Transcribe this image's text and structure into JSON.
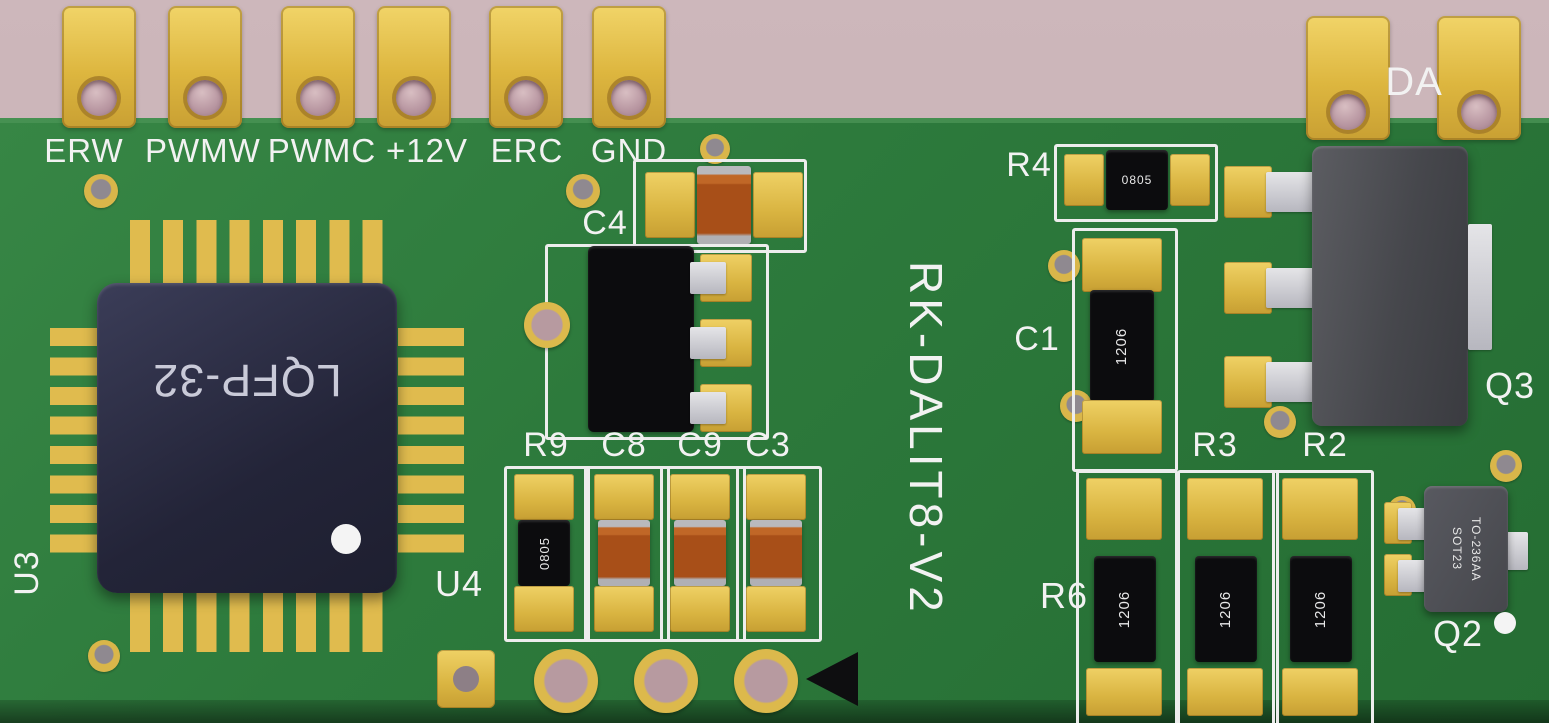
{
  "board": {
    "name": "RK-DALIT8-V2"
  },
  "connector": {
    "labels": [
      "ERW",
      "PWMW",
      "PWMC",
      "+12V",
      "ERC",
      "GND"
    ]
  },
  "right_connector": {
    "label": "DA"
  },
  "components": {
    "u3": {
      "ref": "U3",
      "marking": "LQFP-32"
    },
    "u4": {
      "ref": "U4"
    },
    "c4": {
      "ref": "C4"
    },
    "r9": {
      "ref": "R9",
      "marking": "0805"
    },
    "c8": {
      "ref": "C8"
    },
    "c9": {
      "ref": "C9"
    },
    "c3": {
      "ref": "C3"
    },
    "r4": {
      "ref": "R4",
      "marking": "0805"
    },
    "c1": {
      "ref": "C1",
      "marking": "1206"
    },
    "q3": {
      "ref": "Q3"
    },
    "r3": {
      "ref": "R3",
      "marking": "1206"
    },
    "r2": {
      "ref": "R2",
      "marking": "1206"
    },
    "r6": {
      "ref": "R6",
      "marking": "1206"
    },
    "q2": {
      "ref": "Q2",
      "marking_line1": "SOT23",
      "marking_line2": "TO-236AA"
    }
  },
  "colors": {
    "board_green": "#2d7a3c",
    "pad_gold": "#ddb63f",
    "silkscreen": "#f2f2f2",
    "ic_body": "#282a42",
    "capacitor_orange": "#a84f18",
    "background": "#c7b1b5"
  }
}
